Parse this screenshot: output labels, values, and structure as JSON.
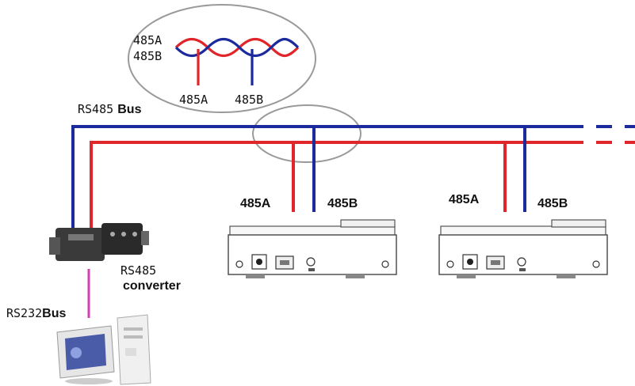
{
  "inset": {
    "wire_a_left": "485A",
    "wire_b_left": "485B",
    "tap_a": "485A",
    "tap_b": "485B"
  },
  "bus": {
    "name_prefix": "RS485",
    "name_suffix": "Bus"
  },
  "devices": [
    {
      "label_a": "485A",
      "label_b": "485B"
    },
    {
      "label_a": "485A",
      "label_b": "485B"
    }
  ],
  "converter": {
    "line1": "RS485",
    "line2": "converter"
  },
  "rs232": {
    "prefix": "RS232",
    "suffix": "Bus"
  },
  "colors": {
    "wire_a": "#e0262b",
    "wire_b": "#1d2a9c",
    "rs232_wire": "#d040b0"
  },
  "icons": [
    "twisted-pair-icon",
    "rs485-converter-icon",
    "pc-monitor-icon",
    "pc-tower-icon",
    "device-box-icon",
    "rj45-port-icon",
    "dc-jack-icon"
  ]
}
